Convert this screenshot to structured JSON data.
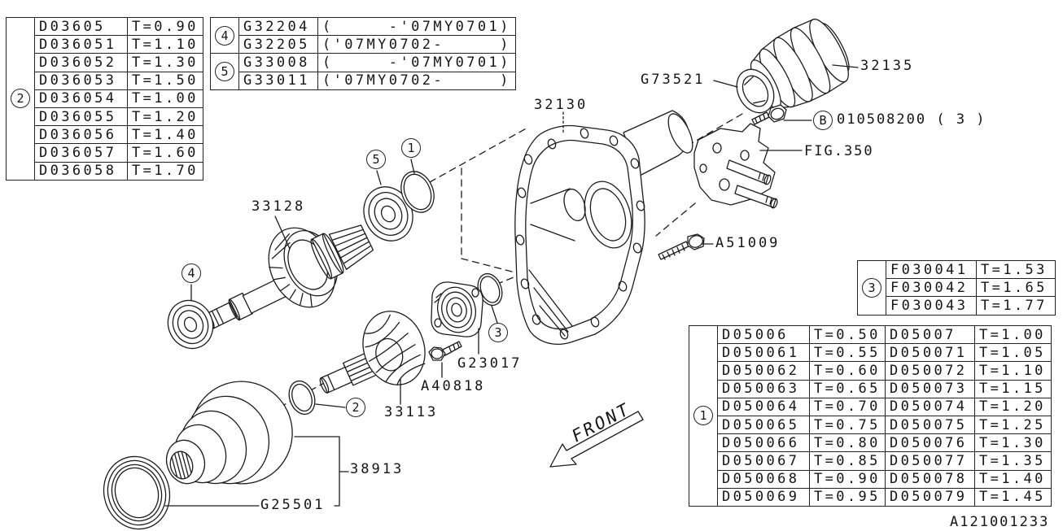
{
  "doc": {
    "drawing_id": "A121001233",
    "front_label": "FRONT"
  },
  "callouts": {
    "c1": "1",
    "c2": "2",
    "c3": "3",
    "c4": "4",
    "c5": "5",
    "b": "B"
  },
  "part_labels": {
    "case": "32130",
    "boot": "32135",
    "seal_ring": "G73521",
    "bolt_b": "010508200 ( 3 )",
    "fig_ref": "FIG.350",
    "bolt_a51009": "A51009",
    "input_shaft": "33128",
    "retainer": "G23017",
    "bolt_a40818": "A40818",
    "pinion": "33113",
    "drum": "38913",
    "oil_seal": "G25501"
  },
  "tables": {
    "t2": {
      "ref": "2",
      "rows": [
        {
          "part": "D03605",
          "spec": "T=0.90"
        },
        {
          "part": "D036051",
          "spec": "T=1.10"
        },
        {
          "part": "D036052",
          "spec": "T=1.30"
        },
        {
          "part": "D036053",
          "spec": "T=1.50"
        },
        {
          "part": "D036054",
          "spec": "T=1.00"
        },
        {
          "part": "D036055",
          "spec": "T=1.20"
        },
        {
          "part": "D036056",
          "spec": "T=1.40"
        },
        {
          "part": "D036057",
          "spec": "T=1.60"
        },
        {
          "part": "D036058",
          "spec": "T=1.70"
        }
      ]
    },
    "t45": {
      "groups": [
        {
          "ref": "4",
          "rows": [
            {
              "part": "G32204",
              "spec": "(     -'07MY0701)"
            },
            {
              "part": "G32205",
              "spec": "('07MY0702-     )"
            }
          ]
        },
        {
          "ref": "5",
          "rows": [
            {
              "part": "G33008",
              "spec": "(     -'07MY0701)"
            },
            {
              "part": "G33011",
              "spec": "('07MY0702-     )"
            }
          ]
        }
      ]
    },
    "t3": {
      "ref": "3",
      "rows": [
        {
          "part": "F030041",
          "spec": "T=1.53"
        },
        {
          "part": "F030042",
          "spec": "T=1.65"
        },
        {
          "part": "F030043",
          "spec": "T=1.77"
        }
      ]
    },
    "t1": {
      "ref": "1",
      "rows": [
        {
          "p1": "D05006",
          "s1": "T=0.50",
          "p2": "D05007",
          "s2": "T=1.00"
        },
        {
          "p1": "D050061",
          "s1": "T=0.55",
          "p2": "D050071",
          "s2": "T=1.05"
        },
        {
          "p1": "D050062",
          "s1": "T=0.60",
          "p2": "D050072",
          "s2": "T=1.10"
        },
        {
          "p1": "D050063",
          "s1": "T=0.65",
          "p2": "D050073",
          "s2": "T=1.15"
        },
        {
          "p1": "D050064",
          "s1": "T=0.70",
          "p2": "D050074",
          "s2": "T=1.20"
        },
        {
          "p1": "D050065",
          "s1": "T=0.75",
          "p2": "D050075",
          "s2": "T=1.25"
        },
        {
          "p1": "D050066",
          "s1": "T=0.80",
          "p2": "D050076",
          "s2": "T=1.30"
        },
        {
          "p1": "D050067",
          "s1": "T=0.85",
          "p2": "D050077",
          "s2": "T=1.35"
        },
        {
          "p1": "D050068",
          "s1": "T=0.90",
          "p2": "D050078",
          "s2": "T=1.40"
        },
        {
          "p1": "D050069",
          "s1": "T=0.95",
          "p2": "D050079",
          "s2": "T=1.45"
        }
      ]
    }
  }
}
